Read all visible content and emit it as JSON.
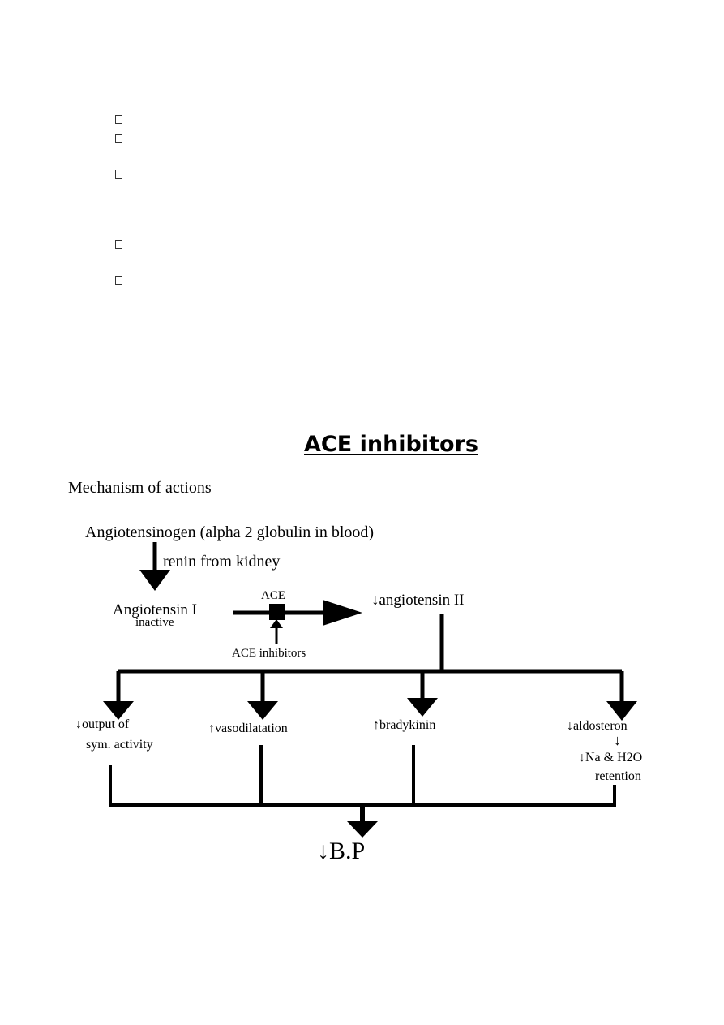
{
  "page": {
    "bullet_count": 5,
    "title": "ACE inhibitors",
    "subtitle": "Mechanism of actions"
  },
  "diagram": {
    "angiotensinogen": "Angiotensinogen (alpha 2 globulin in blood)",
    "renin": "renin from kidney",
    "angiotensin_i": "Angiotensin I",
    "inactive": "inactive",
    "ace": "ACE",
    "ace_inhibitors": "ACE inhibitors",
    "angiotensin_ii": "↓angiotensin II",
    "effect_1_line1": "↓output of",
    "effect_1_line2": "sym. activity",
    "effect_2": "↑vasodilatation",
    "effect_3": "↑bradykinin",
    "effect_4": "↓aldosteron",
    "effect_4_arrow": "↓",
    "effect_4_line2": "↓Na & H2O",
    "effect_4_line3": "retention",
    "result": "↓B.P"
  }
}
